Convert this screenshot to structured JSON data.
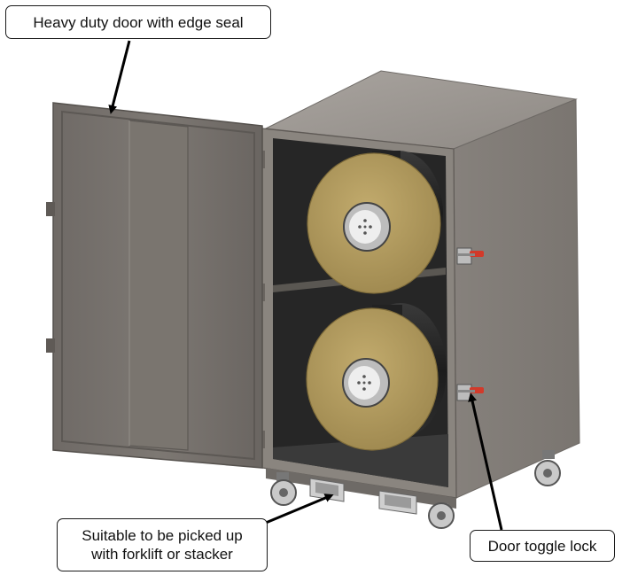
{
  "callouts": {
    "door_seal": "Heavy duty door with edge seal",
    "forklift_line1": "Suitable to be picked up",
    "forklift_line2": "with forklift or stacker",
    "toggle_lock": "Door toggle lock"
  },
  "colors": {
    "steel_light": "#8f8a85",
    "steel_mid": "#77726d",
    "steel_dark": "#5e5955",
    "interior": "#2b2b2b",
    "reel_face": "#b19a5f",
    "reel_hub": "#d9d9d9",
    "toggle_red": "#d23a2a",
    "arrow": "#000000"
  },
  "illustration": {
    "subject": "cabinet-with-two-reels",
    "reel_count": 2
  }
}
